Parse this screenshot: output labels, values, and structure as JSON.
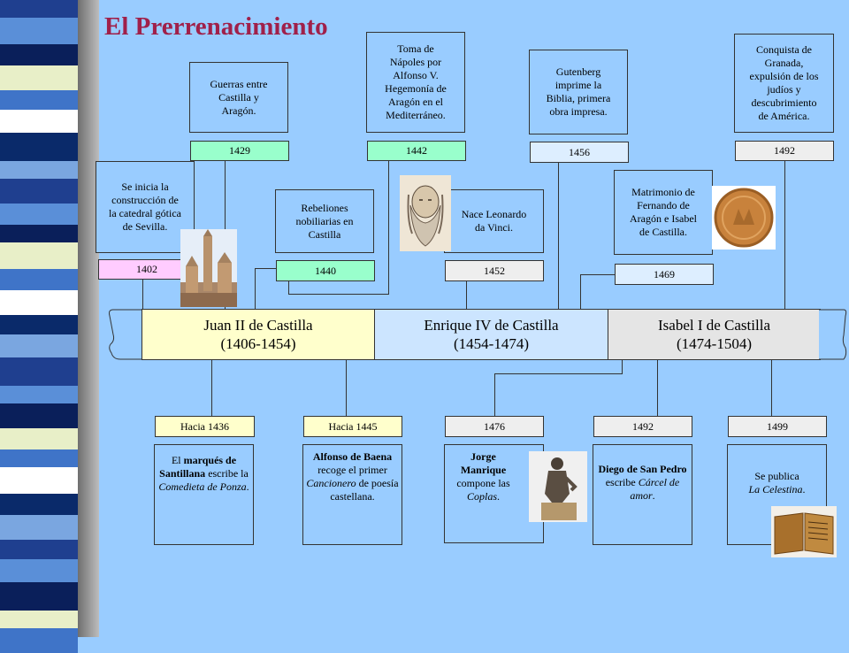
{
  "title": "El Prerrenacimiento",
  "colors": {
    "title": "#a0204a",
    "background": "#99ccff",
    "year_green": "#99ffcc",
    "year_pink": "#ffccff",
    "year_gray": "#eeeeee",
    "year_lightblue": "#ddeeff",
    "year_yellow": "#ffffcc",
    "reign_juan": "#ffffcc",
    "reign_enrique": "#cce5ff",
    "reign_isabel": "#e5e5e5"
  },
  "reigns": [
    {
      "name": "Juan II de Castilla",
      "years": "(1406-1454)"
    },
    {
      "name": "Enrique IV de Castilla",
      "years": "(1454-1474)"
    },
    {
      "name": "Isabel I de Castilla",
      "years": "(1474-1504)"
    }
  ],
  "top_events": {
    "e1402": {
      "year": "1402",
      "lines": [
        "Se inicia la",
        "construcción de",
        "la catedral gótica",
        "de Sevilla."
      ]
    },
    "e1429": {
      "year": "1429",
      "lines": [
        "Guerras entre",
        "Castilla y",
        "Aragón."
      ]
    },
    "e1440": {
      "year": "1440",
      "lines": [
        "Rebeliones",
        "nobiliarias en",
        "Castilla"
      ]
    },
    "e1442": {
      "year": "1442",
      "lines": [
        "Toma de",
        "Nápoles por",
        "Alfonso V.",
        "Hegemonía de",
        "Aragón en el",
        "Mediterráneo."
      ]
    },
    "e1452": {
      "year": "1452",
      "lines": [
        "Nace Leonardo",
        "da Vinci."
      ]
    },
    "e1456": {
      "year": "1456",
      "lines": [
        "Gutenberg",
        "imprime la",
        "Biblia, primera",
        "obra impresa."
      ]
    },
    "e1469": {
      "year": "1469",
      "lines": [
        "Matrimonio de",
        "Fernando de",
        "Aragón e Isabel",
        "de Castilla."
      ]
    },
    "e1492": {
      "year": "1492",
      "lines": [
        "Conquista de",
        "Granada,",
        "expulsión de los",
        "judíos y",
        "descubrimiento",
        "de América."
      ]
    }
  },
  "bottom_events": {
    "b1436": {
      "year": "Hacia 1436",
      "t1": "El ",
      "t2": "marqués de Santillana",
      "t3": " escribe la ",
      "t4": "Comedieta de Ponza",
      "t5": "."
    },
    "b1445": {
      "year": "Hacia 1445",
      "t1": "Alfonso de Baena",
      "t2": " recoge el primer ",
      "t3": "Cancionero",
      "t4": " de poesía castellana."
    },
    "b1476": {
      "year": "1476",
      "t1": "Jorge Manrique",
      "t2": " compone las ",
      "t3": "Coplas",
      "t4": "."
    },
    "b1492": {
      "year": "1492",
      "t1": "Diego de San Pedro",
      "t2": " escribe ",
      "t3": "Cárcel de amor",
      "t4": "."
    },
    "b1499": {
      "year": "1499",
      "t1": "Se publica",
      "t2": "La Celestina",
      "t3": "."
    }
  }
}
